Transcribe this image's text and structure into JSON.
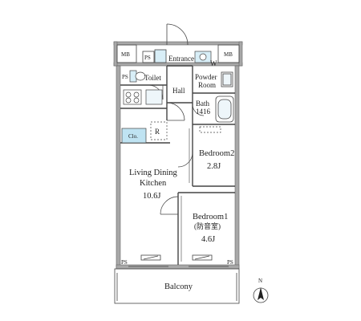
{
  "rooms": {
    "entrance": "Entrance",
    "wc": "W",
    "toilet": "Toilet",
    "hall": "Hall",
    "powder_room_line1": "Powder",
    "powder_room_line2": "Room",
    "bath_line1": "Bath",
    "bath_line2": "1416",
    "bedroom2_name": "Bedroom2",
    "bedroom2_size": "2.8J",
    "ldk_line1": "Living Dining",
    "ldk_line2": "Kitchen",
    "ldk_size": "10.6J",
    "bedroom1_name": "Bedroom1",
    "bedroom1_note": "(防音室)",
    "bedroom1_size": "4.6J",
    "balcony": "Balcony"
  },
  "fixtures": {
    "mb_left": "MB",
    "mb_right": "MB",
    "ps_top": "PS",
    "ps_left": "PS",
    "ps_bottom_left": "PS",
    "ps_bottom_right": "PS",
    "fridge": "R",
    "closet": "Clo."
  },
  "compass": {
    "north": "N"
  },
  "colors": {
    "wall": "#9b9b9b",
    "line": "#333333",
    "closet_fill": "#bfe3f2",
    "fixture_fill": "#d8eef7"
  }
}
